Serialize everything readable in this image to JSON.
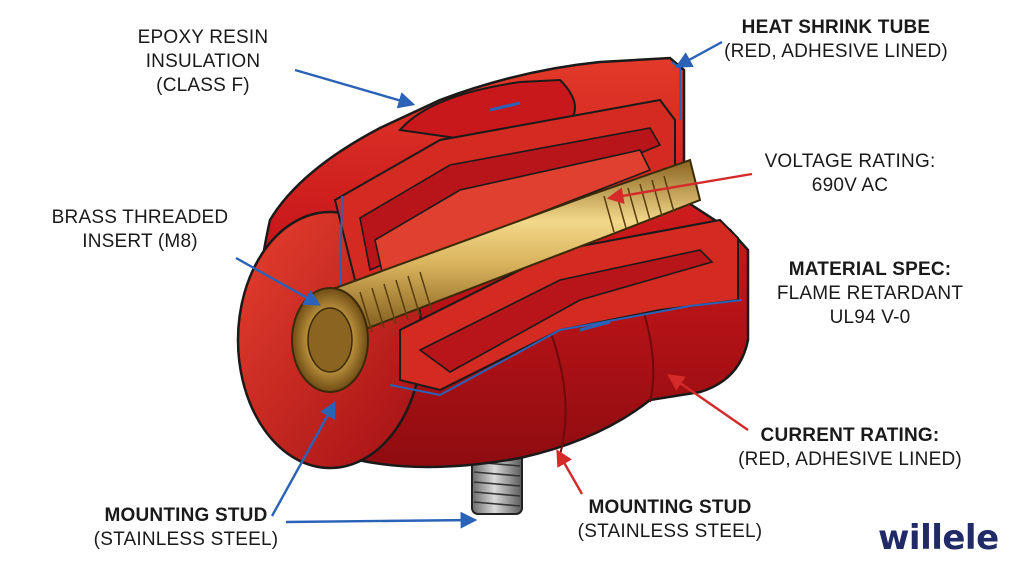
{
  "labels": {
    "epoxy": {
      "line1": "EPOXY RESIN",
      "line2": "INSULATION",
      "line3": "(CLASS F)"
    },
    "heat_shrink": {
      "line1": "HEAT SHRINK TUBE",
      "line2": "(RED, ADHESIVE LINED)"
    },
    "brass_insert": {
      "line1": "BRASS THREADED",
      "line2": "INSERT (M8)"
    },
    "voltage": {
      "line1": "VOLTAGE RATING:",
      "line2": "690V AC"
    },
    "material": {
      "line1": "MATERIAL SPEC:",
      "line2": "FLAME RETARDANT",
      "line3": "UL94 V-0"
    },
    "current": {
      "line1": "CURRENT RATING:",
      "line2": "(RED, ADHESIVE LINED)"
    },
    "stud_left": {
      "line1": "MOUNTING STUD",
      "line2": "(STAINLESS STEEL)"
    },
    "stud_center": {
      "line1": "MOUNTING STUD",
      "line2": "(STAINLESS STEEL)"
    }
  },
  "logo": "willele",
  "colors": {
    "insulator_red": "#d01a1a",
    "brass": "#c9a24a",
    "blue_leader": "#2a62b8",
    "red_leader": "#d42a2a",
    "logo_navy": "#1f2a66"
  },
  "icons": [
    "insulator-cutaway-illustration",
    "arrow-head"
  ]
}
